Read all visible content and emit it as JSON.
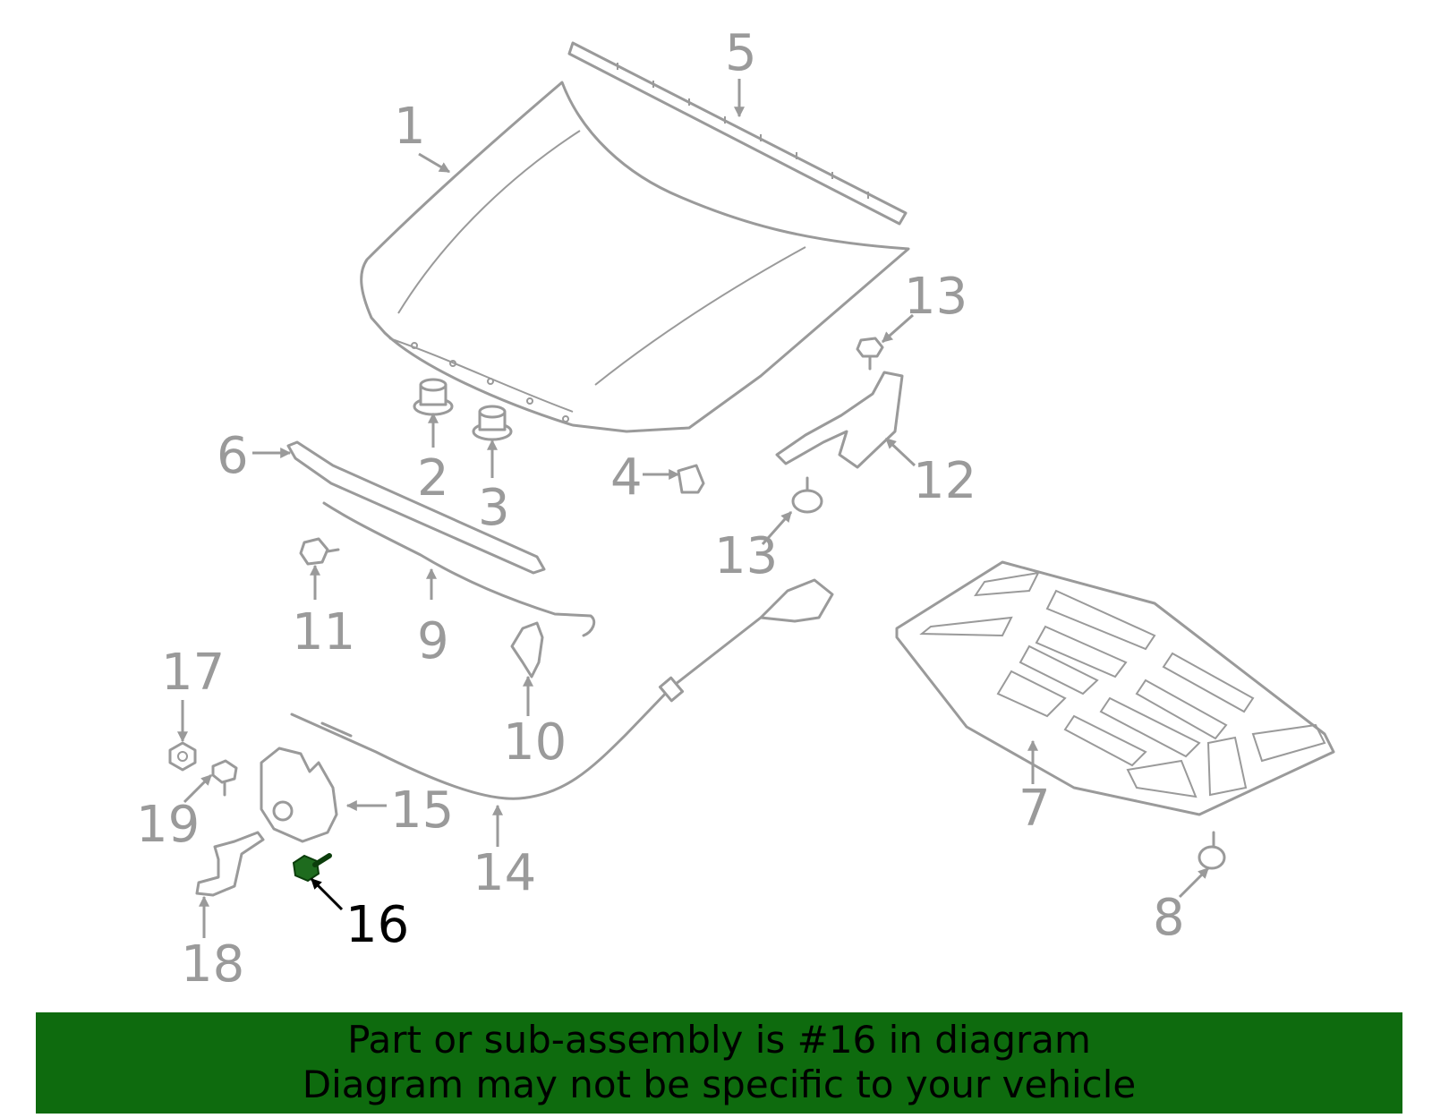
{
  "diagram": {
    "highlight_color": "#0e6b0e",
    "callouts": {
      "c1": "1",
      "c2": "2",
      "c3": "3",
      "c4": "4",
      "c5": "5",
      "c6": "6",
      "c7": "7",
      "c8": "8",
      "c9": "9",
      "c10": "10",
      "c11": "11",
      "c12": "12",
      "c13a": "13",
      "c13b": "13",
      "c14": "14",
      "c15": "15",
      "c16": "16",
      "c17": "17",
      "c18": "18",
      "c19": "19"
    },
    "highlighted_part": "16"
  },
  "banner": {
    "line1": "Part or sub-assembly is #16 in diagram",
    "line2": "Diagram may not be specific to your vehicle",
    "background": "#0e6b0e"
  }
}
